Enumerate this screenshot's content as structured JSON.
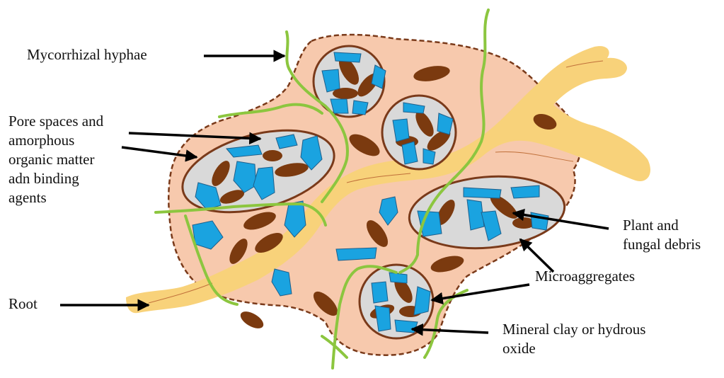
{
  "labels": {
    "mycorrhizal_hyphae": "Mycorrhizal hyphae",
    "pore_spaces": [
      "Pore spaces and",
      "amorphous",
      "organic matter",
      "adn binding",
      "agents"
    ],
    "root": "Root",
    "plant_fungal_debris": [
      "Plant and",
      "fungal debris"
    ],
    "microaggregates": "Microaggregates",
    "mineral_clay": [
      "Mineral clay or hydrous",
      "oxide"
    ]
  },
  "colors": {
    "aggregate_fill": "#f7c9ad",
    "aggregate_outline": "#7a3a1a",
    "microaggregate_fill": "#d9d9d9",
    "microaggregate_ring": "#7a3a1a",
    "organic_particle": "#7b3a0f",
    "mineral_particle": "#1aa3e0",
    "mineral_outline": "#1f5f8b",
    "root_fill": "#f8d27a",
    "root_vein": "#c0703a",
    "hyphae": "#8cc63f",
    "arrow": "#000000"
  }
}
